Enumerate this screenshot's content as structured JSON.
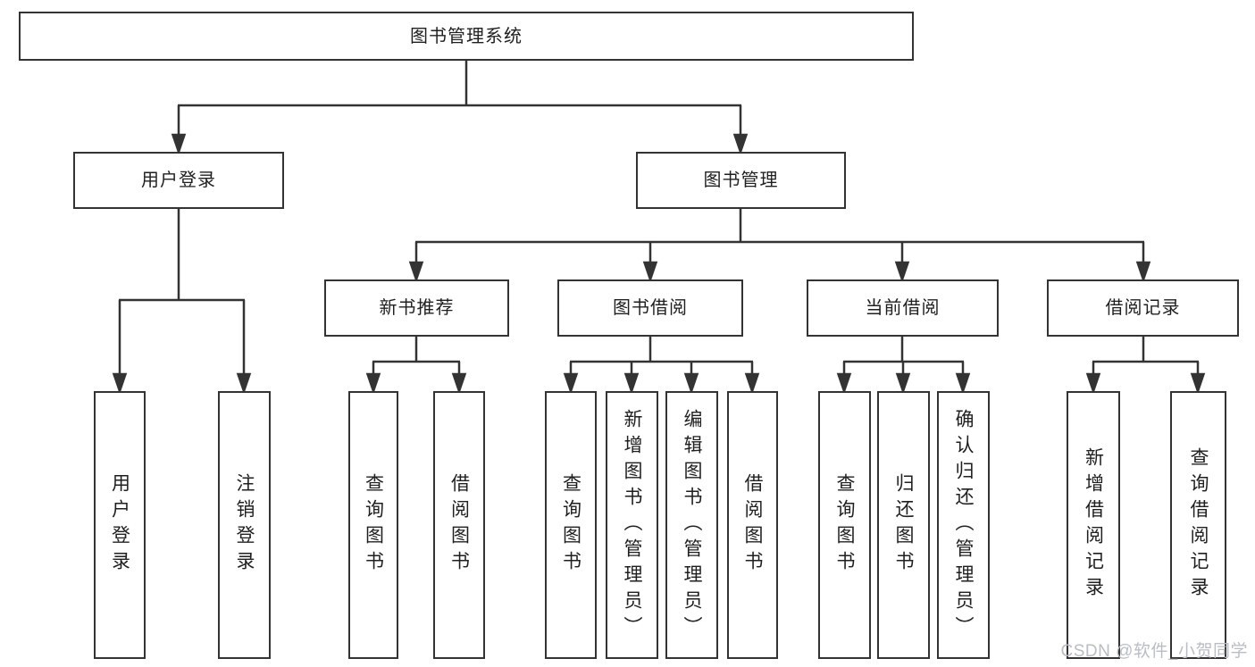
{
  "diagram": {
    "type": "tree",
    "title": "图书管理系统",
    "watermark": "CSDN @软件_小贺同学",
    "colors": {
      "line": "#333333",
      "box_border": "#333333",
      "text": "#1f1f1f",
      "background": "#ffffff",
      "watermark": "#b9bdc4"
    },
    "nodes": {
      "root": {
        "label": "图书管理系统"
      },
      "login": {
        "label": "用户登录"
      },
      "mgmt": {
        "label": "图书管理"
      },
      "rec": {
        "label": "新书推荐"
      },
      "borrow": {
        "label": "图书借阅"
      },
      "current": {
        "label": "当前借阅"
      },
      "records": {
        "label": "借阅记录"
      },
      "leaf_login": {
        "label": "用户登录"
      },
      "leaf_logout": {
        "label": "注销登录"
      },
      "rec_query": {
        "label": "查询图书"
      },
      "rec_borrow": {
        "label": "借阅图书"
      },
      "borrow_query": {
        "label": "查询图书"
      },
      "borrow_add": {
        "label": "新增图书（管理员）"
      },
      "borrow_edit": {
        "label": "编辑图书（管理员）"
      },
      "borrow_lend": {
        "label": "借阅图书"
      },
      "cur_query": {
        "label": "查询图书"
      },
      "cur_return": {
        "label": "归还图书"
      },
      "cur_confirm": {
        "label": "确认归还（管理员）"
      },
      "records_add": {
        "label": "新增借阅记录"
      },
      "records_query": {
        "label": "查询借阅记录"
      }
    },
    "edges": [
      [
        "root",
        "login"
      ],
      [
        "root",
        "mgmt"
      ],
      [
        "login",
        "leaf_login"
      ],
      [
        "login",
        "leaf_logout"
      ],
      [
        "mgmt",
        "rec"
      ],
      [
        "mgmt",
        "borrow"
      ],
      [
        "mgmt",
        "current"
      ],
      [
        "mgmt",
        "records"
      ],
      [
        "rec",
        "rec_query"
      ],
      [
        "rec",
        "rec_borrow"
      ],
      [
        "borrow",
        "borrow_query"
      ],
      [
        "borrow",
        "borrow_add"
      ],
      [
        "borrow",
        "borrow_edit"
      ],
      [
        "borrow",
        "borrow_lend"
      ],
      [
        "current",
        "cur_query"
      ],
      [
        "current",
        "cur_return"
      ],
      [
        "current",
        "cur_confirm"
      ],
      [
        "records",
        "records_add"
      ],
      [
        "records",
        "records_query"
      ]
    ]
  }
}
